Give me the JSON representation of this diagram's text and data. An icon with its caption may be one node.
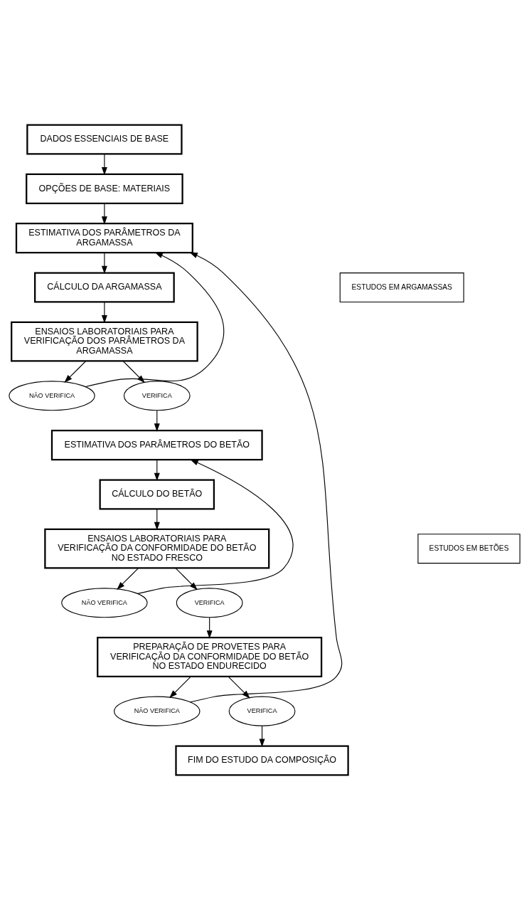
{
  "diagram": {
    "nodes": [
      {
        "text": [
          "DADOS ESSENCIAIS DE BASE"
        ]
      },
      {
        "text": [
          "OPÇÕES DE BASE: MATERIAIS"
        ]
      },
      {
        "text": [
          "ESTIMATIVA DOS PARÂMETROS DA ARGAMASSA"
        ]
      },
      {
        "text": [
          "CÁLCULO DA ARGAMASSA"
        ]
      },
      {
        "text": [
          "ENSAIOS LABORATORIAIS PARA VERIFICAÇÃO DOS PARÂMETROS DA ARGAMASSA"
        ]
      },
      {
        "text": [
          "NÃO VERIFICA"
        ]
      },
      {
        "text": [
          "VERIFICA"
        ]
      },
      {
        "text": [
          "ESTIMATIVA DOS PARÂMETROS DO BETÃO"
        ]
      },
      {
        "text": [
          "CÁLCULO DO BETÃO"
        ]
      },
      {
        "text": [
          "ENSAIOS LABORATORIAIS PARA VERIFICAÇÃO DA CONFORMIDADE DO BETÃO NO ESTADO FRESCO"
        ]
      },
      {
        "text": [
          "NÃO VERIFICA"
        ]
      },
      {
        "text": [
          "VERIFICA"
        ]
      },
      {
        "text": [
          "PREPARAÇÃO DE PROVETES PARA VERIFICAÇÃO DA CONFORMIDADE DO BETÃO NO ESTADO ENDURECIDO"
        ]
      },
      {
        "text": [
          "NÃO VERIFICA"
        ]
      },
      {
        "text": [
          "VERIFICA"
        ]
      },
      {
        "text": [
          "FIM DO ESTUDO DA COMPOSIÇÃO"
        ]
      },
      {
        "text": [
          "ESTUDOS EM ARGAMASSAS"
        ]
      },
      {
        "text": [
          "ESTUDOS EM BETÕES"
        ]
      }
    ],
    "edges": [
      {
        "from": 0,
        "to": 1,
        "arrow": "to"
      },
      {
        "from": 1,
        "to": 2,
        "arrow": "to"
      },
      {
        "from": 2,
        "to": 3,
        "arrow": "to"
      },
      {
        "from": 3,
        "to": 4,
        "arrow": "to"
      },
      {
        "from": 4,
        "to": 5,
        "arrow": "to"
      },
      {
        "from": 4,
        "to": 6,
        "arrow": "to"
      },
      {
        "from": 5,
        "to": 2,
        "arrow": "to"
      },
      {
        "from": 6,
        "to": 7,
        "arrow": "to"
      },
      {
        "from": 7,
        "to": 8,
        "arrow": "to"
      },
      {
        "from": 8,
        "to": 9,
        "arrow": "to"
      },
      {
        "from": 9,
        "to": 10,
        "arrow": "to"
      },
      {
        "from": 9,
        "to": 11,
        "arrow": "to"
      },
      {
        "from": 10,
        "to": 7,
        "arrow": "to"
      },
      {
        "from": 11,
        "to": 12,
        "arrow": "to"
      },
      {
        "from": 12,
        "to": 13,
        "arrow": "to"
      },
      {
        "from": 12,
        "to": 14,
        "arrow": "to"
      },
      {
        "from": 13,
        "to": 2,
        "arrow": "to"
      },
      {
        "from": 14,
        "to": 15,
        "arrow": "to"
      }
    ]
  }
}
